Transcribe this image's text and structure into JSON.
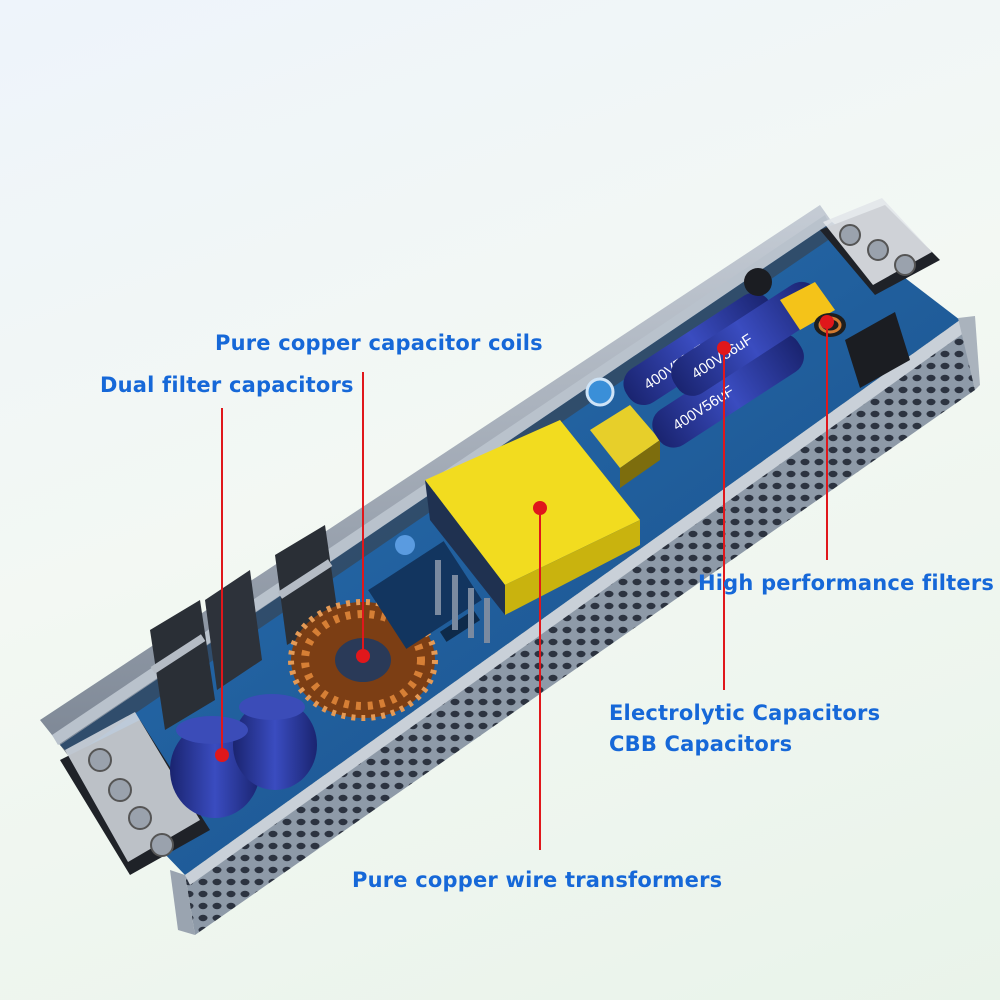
{
  "labels": {
    "coils": "Pure copper capacitor coils",
    "dual": "Dual filter capacitors",
    "filters": "High performance filters",
    "electrolytic": "Electrolytic Capacitors",
    "cbb": "CBB Capacitors",
    "transformers": "Pure copper wire transformers"
  },
  "capacitor_markings": [
    "400V56uF",
    "400V56uF",
    "400V56uF"
  ],
  "colors": {
    "label_text": "#1668d8",
    "pointer": "#e0171b",
    "pcb": "#1f5f9e",
    "transformer": "#f2dc1f",
    "copper": "#c8702e",
    "capacitor": "#2a3a9c",
    "housing": "#9aa6b4"
  }
}
